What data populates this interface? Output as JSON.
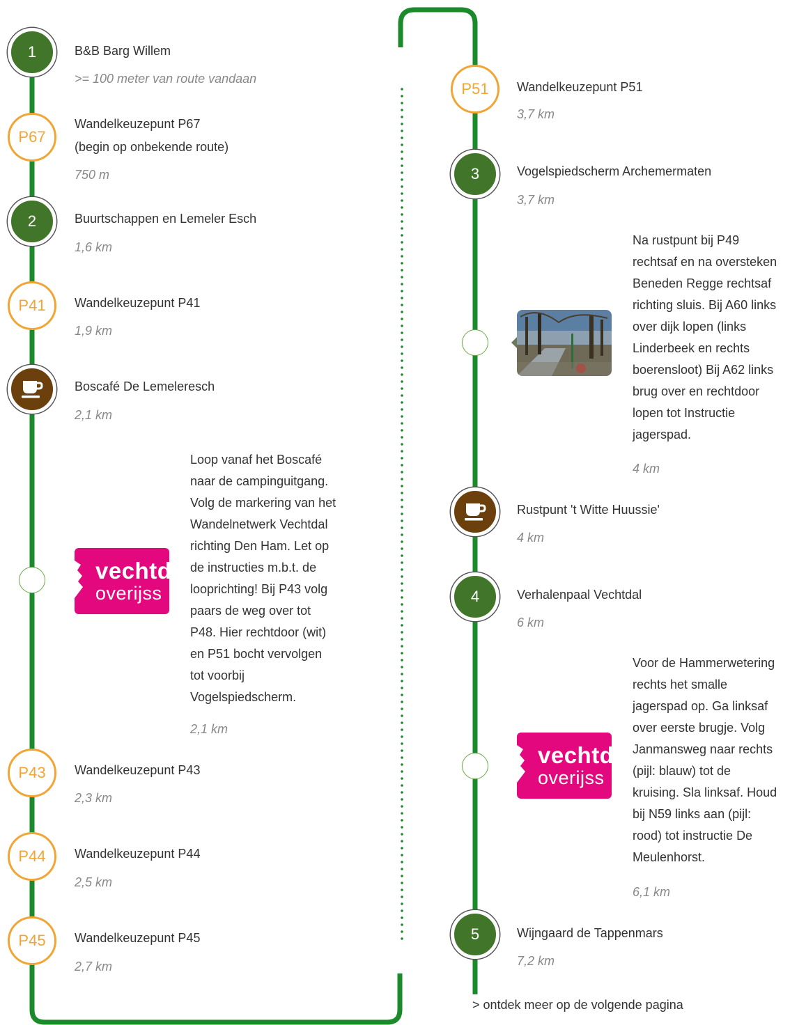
{
  "colors": {
    "route": "#1a8a2a",
    "numbered": "#40752a",
    "walkpoint": "#f0a535",
    "cafe": "#6b400c",
    "logo": "#e3087e"
  },
  "left": {
    "stops": [
      {
        "marker": "1",
        "title": "B&B Barg Willem",
        "dist": ">= 100 meter van route vandaan"
      },
      {
        "marker": "P67",
        "title": "Wandelkeuzepunt P67",
        "title2": "(begin op onbekende route)",
        "dist": "750 m"
      },
      {
        "marker": "2",
        "title": "Buurtschappen en Lemeler Esch",
        "dist": "1,6 km"
      },
      {
        "marker": "P41",
        "title": "Wandelkeuzepunt P41",
        "dist": "1,9 km"
      },
      {
        "icon": "coffee-cup-icon",
        "title": "Boscafé De Lemeleresch",
        "dist": "2,1 km"
      },
      {
        "marker": "P43",
        "title": "Wandelkeuzepunt P43",
        "dist": "2,3 km"
      },
      {
        "marker": "P44",
        "title": "Wandelkeuzepunt P44",
        "dist": "2,5 km"
      },
      {
        "marker": "P45",
        "title": "Wandelkeuzepunt P45",
        "dist": "2,7 km"
      }
    ],
    "instruction": {
      "lines": [
        "Loop vanaf het Boscafé",
        "naar de campinguitgang.",
        "Volg de markering van het",
        "Wandelnetwerk Vechtdal",
        "richting Den Ham. Let op",
        "de instructies m.b.t. de",
        "looprichting! Bij P43 volg",
        "paars de weg over tot",
        "P48. Hier rechtdoor (wit)",
        "en P51 bocht vervolgen",
        "tot voorbij",
        "Vogelspiedscherm."
      ],
      "dist": "2,1 km"
    }
  },
  "right": {
    "stops": [
      {
        "marker": "P51",
        "title": "Wandelkeuzepunt P51",
        "dist": "3,7 km"
      },
      {
        "marker": "3",
        "title": "Vogelspiedscherm Archemermaten",
        "dist": "3,7 km"
      },
      {
        "icon": "coffee-cup-icon",
        "title": "Rustpunt 't Witte Huussie'",
        "dist": "4 km"
      },
      {
        "marker": "4",
        "title": "Verhalenpaal  Vechtdal",
        "dist": "6 km"
      },
      {
        "marker": "5",
        "title": "Wijngaard de Tappenmars",
        "dist": "7,2 km"
      }
    ],
    "instruction1": {
      "lines": [
        "Na rustpunt bij P49",
        "rechtsaf en na oversteken",
        "Beneden Regge rechtsaf",
        "richting sluis. Bij A60 links",
        "over dijk lopen (links",
        "Linderbeek en rechts",
        "boerensloot) Bij A62 links",
        "brug over en rechtdoor",
        "lopen tot Instructie",
        "jagerspad."
      ],
      "dist": "4 km"
    },
    "instruction2": {
      "lines": [
        "Voor de Hammerwetering",
        "rechts het smalle",
        "jagerspad op. Ga linksaf",
        "over eerste brugje.  Volg",
        "Janmansweg naar rechts",
        "(pijl: blauw) tot de",
        "kruising. Sla linksaf. Houd",
        "bij N59 links aan (pijl:",
        "rood) tot instructie De",
        "Meulenhorst."
      ],
      "dist": "6,1 km"
    }
  },
  "logo": {
    "line1": "vechtd",
    "line2": "overijss"
  },
  "footer": "> ontdek meer op de volgende pagina"
}
